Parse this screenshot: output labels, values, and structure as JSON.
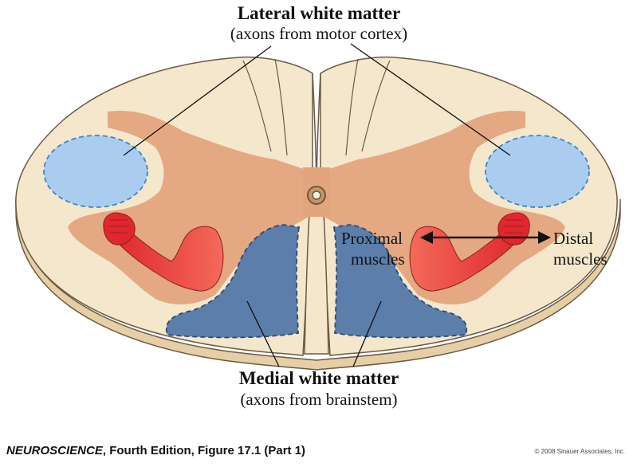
{
  "labels": {
    "lateral_title": "Lateral white matter",
    "lateral_sub": "(axons from motor cortex)",
    "medial_title": "Medial white matter",
    "medial_sub": "(axons from brainstem)",
    "proximal_line1": "Proximal",
    "proximal_line2": "muscles",
    "distal_line1": "Distal",
    "distal_line2": "muscles"
  },
  "caption": {
    "book_title": "NEUROSCIENCE",
    "rest": ", Fourth Edition, Figure 17.1 (Part 1)"
  },
  "copyright": "© 2008 Sinauer Associates, Inc.",
  "colors": {
    "white_matter": "#f4e7cc",
    "gray_matter": "#e3a57d",
    "lateral_tract": "#aacdef",
    "medial_tract": "#5b7eaa",
    "limb": "#e03c3a",
    "outline": "#6b5a45"
  },
  "icons": [
    "left-arm-icon",
    "right-arm-icon",
    "double-arrow-icon"
  ]
}
